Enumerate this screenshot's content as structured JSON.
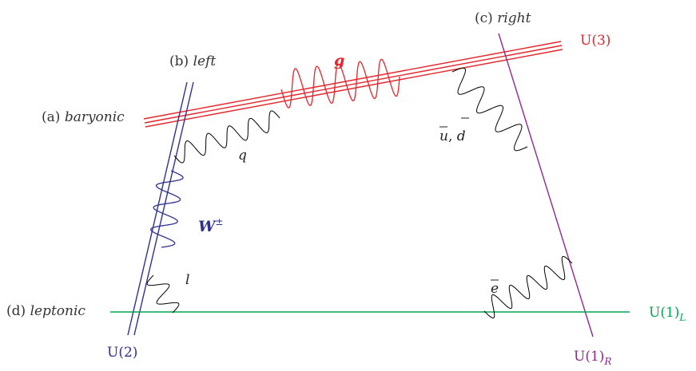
{
  "labels": {
    "baryonic": {
      "prefix": "(a)",
      "name": "baryonic"
    },
    "left": {
      "prefix": "(b)",
      "name": "left"
    },
    "right": {
      "prefix": "(c)",
      "name": "right"
    },
    "leptonic": {
      "prefix": "(d)",
      "name": "leptonic"
    },
    "u3": "U(3)",
    "u2": "U(2)",
    "u1l": {
      "base": "U(1)",
      "sub": "L"
    },
    "u1r": {
      "base": "U(1)",
      "sub": "R"
    }
  },
  "bosons": {
    "gluon": "g",
    "w": {
      "base": "W",
      "sup": "±"
    }
  },
  "strings": {
    "q": "q",
    "l": "l",
    "ud": {
      "u": "u",
      "sep": ",",
      "d": "d"
    },
    "e": "e"
  },
  "colors": {
    "baryonic": "#e8232a",
    "left": "#2e3192",
    "right": "#92278f",
    "leptonic": "#00a651",
    "string": "#000000"
  }
}
